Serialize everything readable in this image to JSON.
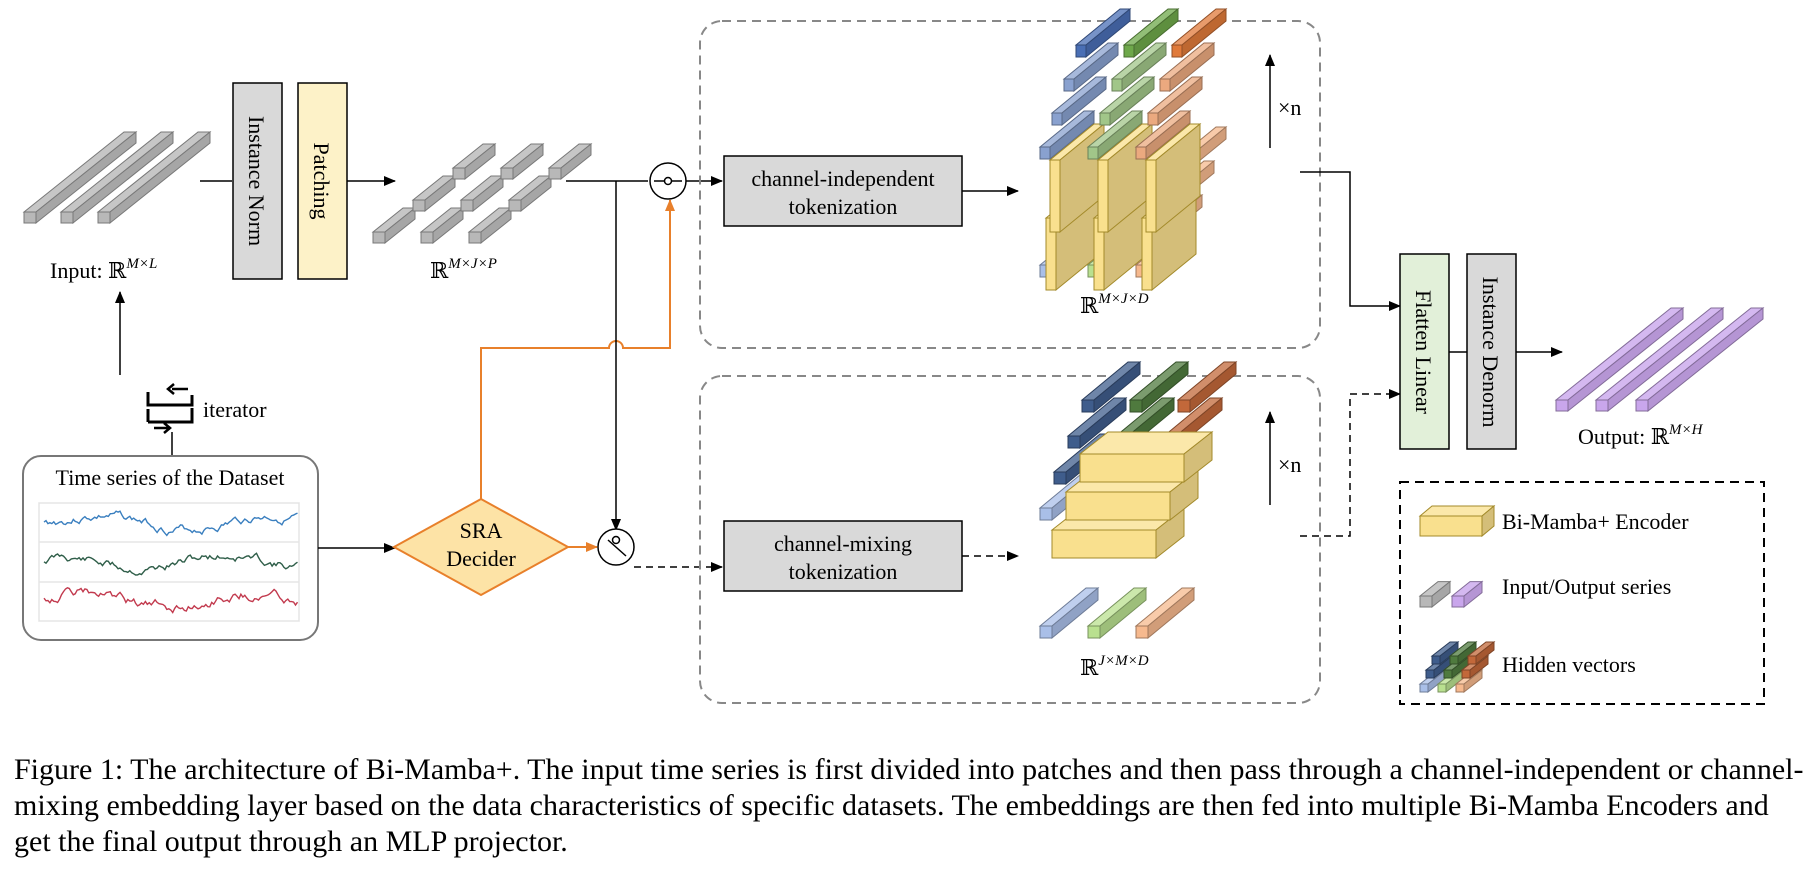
{
  "diagram": {
    "input_label": "Input: ℝ",
    "input_sup": "M×L",
    "instance_norm": "Instance Norm",
    "patching": "Patching",
    "patch_shape_base": "ℝ",
    "patch_shape_sup": "M×J×P",
    "iterator": "iterator",
    "dataset_title": "Time series of the Dataset",
    "sra_line1": "SRA",
    "sra_line2": "Decider",
    "ci_line1": "channel-independent",
    "ci_line2": "tokenization",
    "cm_line1": "channel-mixing",
    "cm_line2": "tokenization",
    "ci_shape_base": "ℝ",
    "ci_shape_sup": "M×J×D",
    "cm_shape_base": "ℝ",
    "cm_shape_sup": "J×M×D",
    "times_n_top": "×n",
    "times_n_bottom": "×n",
    "flatten_linear": "Flatten Linear",
    "instance_denorm": "Instance Denorm",
    "output_label": "Output: ℝ",
    "output_sup": "M×H",
    "legend": {
      "encoder": "Bi-Mamba+ Encoder",
      "io_series": "Input/Output series",
      "hidden": "Hidden vectors"
    }
  },
  "colors": {
    "gray_bar": "#b8b8b8",
    "purple_bar": "#c9a6ec",
    "encoder_fill": "#f9e08e",
    "orange_path": "#e8802b",
    "decider_fill": "#fde3a6",
    "box_gray": "#d9d9d9",
    "patching_fill": "#fdf2c8",
    "flatten_fill": "#e2f0d9",
    "blue_series": "#3a7fbf",
    "green_series": "#2f5e49",
    "red_series": "#c23a4e"
  },
  "caption": {
    "text": "Figure 1: The architecture of Bi-Mamba+. The input time series is first divided into patches and then pass through a channel-independent or channel-mixing embedding layer based on the data characteristics of specific datasets. The embeddings are then fed into multiple Bi-Mamba Encoders and get the final output through an MLP projector."
  }
}
